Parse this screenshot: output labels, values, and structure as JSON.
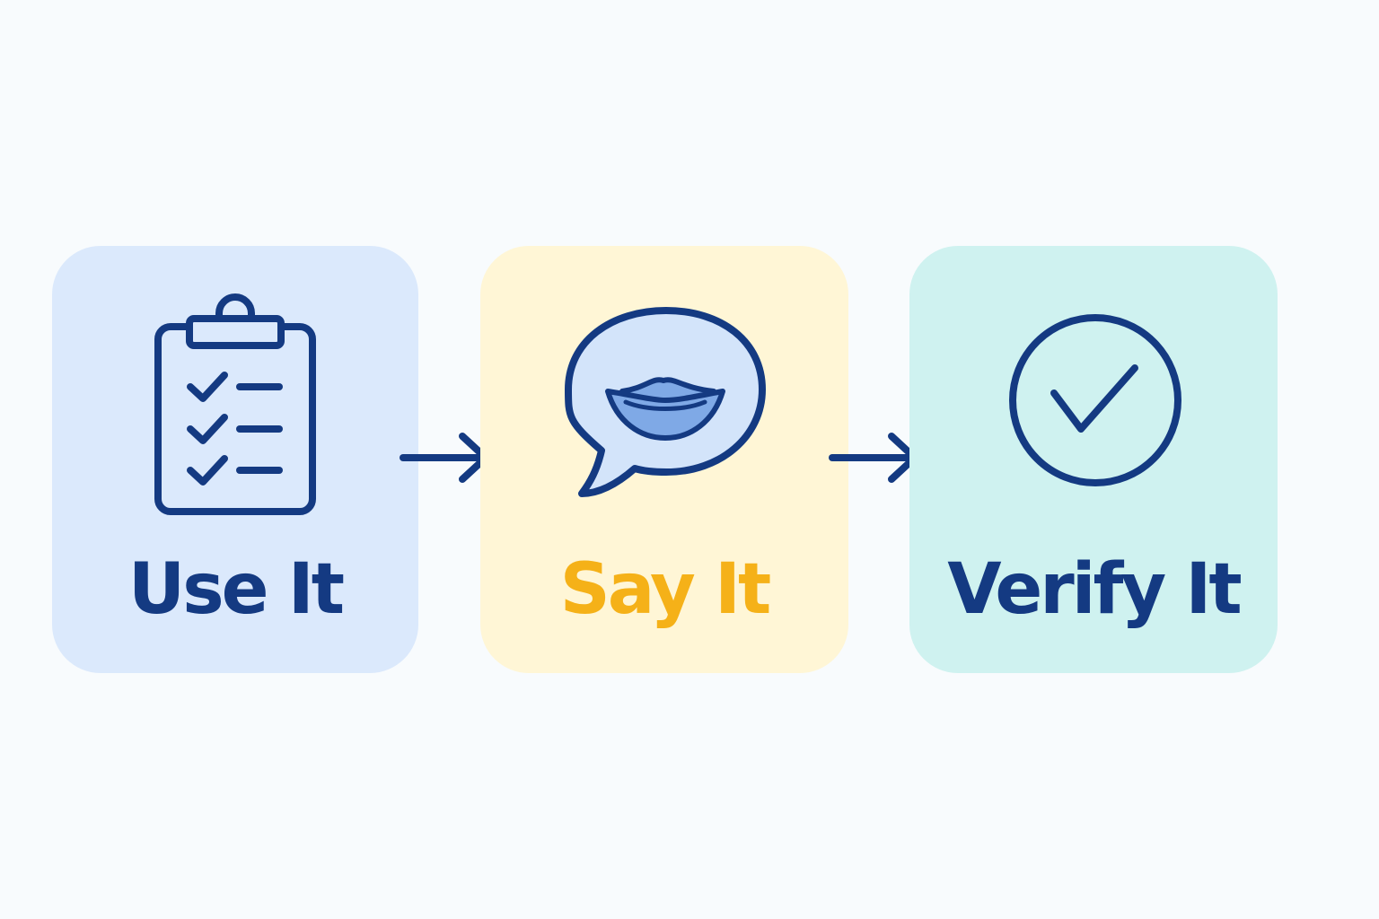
{
  "colors": {
    "background": "#f8fbfd",
    "ink": "#143a82",
    "accent": "#f5b118",
    "lips": "#7fa9e6",
    "bubble_fill": "#d3e4fa"
  },
  "steps": [
    {
      "label": "Use It",
      "icon": "clipboard-checklist-icon",
      "card_color": "#dbe9fc",
      "label_color": "#143a82"
    },
    {
      "label": "Say It",
      "icon": "speech-bubble-lips-icon",
      "card_color": "#fff6d6",
      "label_color": "#f5b118"
    },
    {
      "label": "Verify It",
      "icon": "check-circle-icon",
      "card_color": "#cff2f0",
      "label_color": "#143a82"
    }
  ],
  "connectors": [
    {
      "from": "Use It",
      "to": "Say It",
      "icon": "arrow-right-icon"
    },
    {
      "from": "Say It",
      "to": "Verify It",
      "icon": "arrow-right-icon"
    }
  ]
}
